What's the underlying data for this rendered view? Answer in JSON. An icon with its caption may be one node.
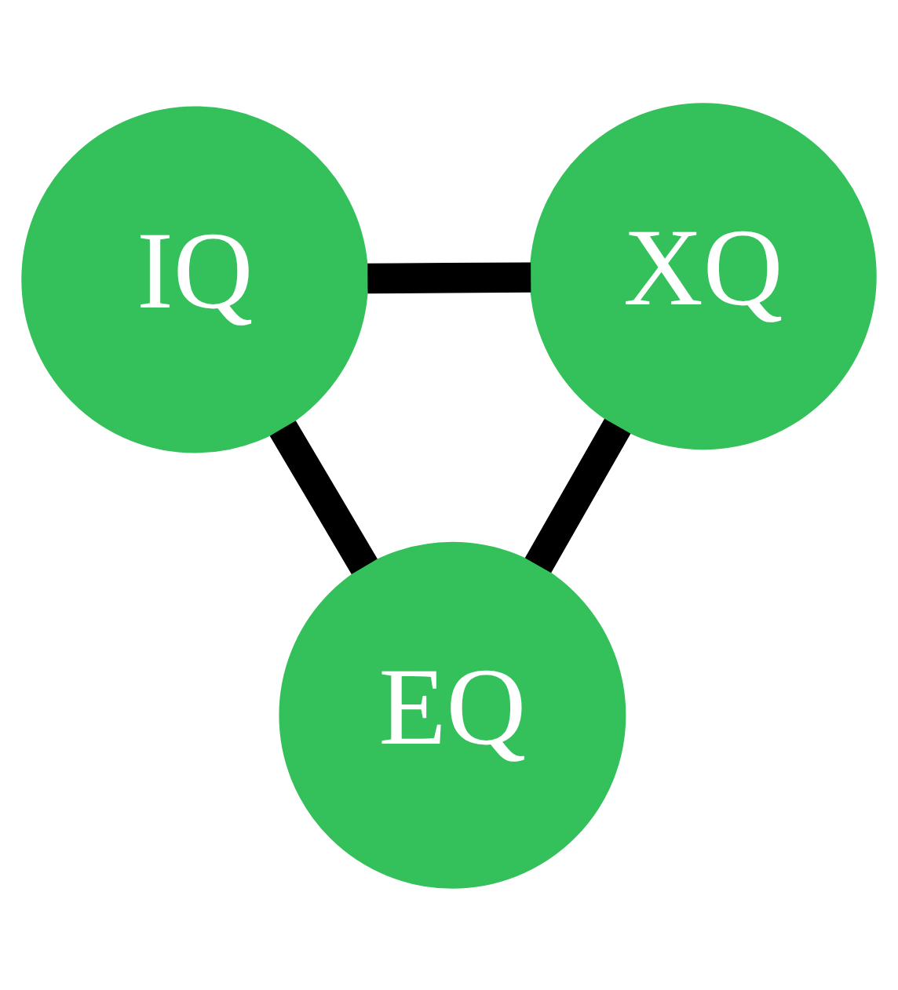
{
  "diagram": {
    "nodes": [
      {
        "text": [
          "IQ"
        ]
      },
      {
        "text": [
          "XQ"
        ]
      },
      {
        "text": [
          "EQ"
        ]
      }
    ],
    "edges": [
      {
        "from": 0,
        "to": 1,
        "arrow": "none"
      },
      {
        "from": 0,
        "to": 2,
        "arrow": "none"
      },
      {
        "from": 1,
        "to": 2,
        "arrow": "none"
      }
    ]
  }
}
